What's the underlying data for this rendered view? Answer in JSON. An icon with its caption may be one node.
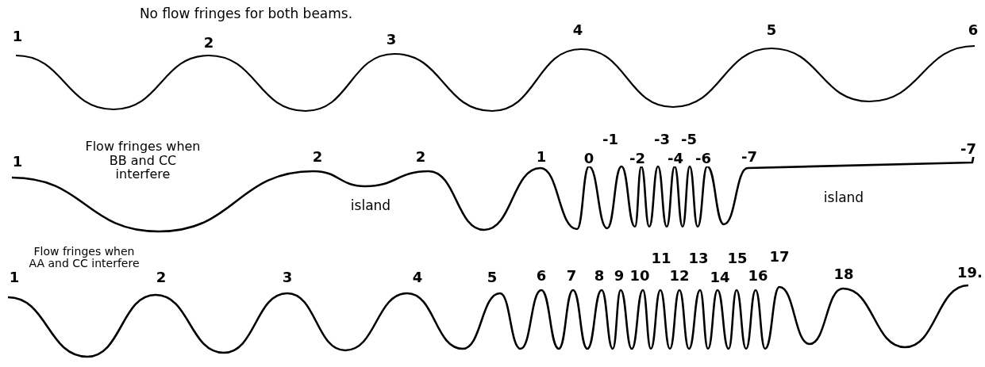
{
  "diagram": {
    "labels": [
      "No flow fringes for both beams.",
      "1",
      "2",
      "3",
      "4",
      "5",
      "6",
      "1",
      "Flow fringes when BB and CC interfere",
      "2",
      "2",
      "island",
      "1",
      "0",
      "-1",
      "-2",
      "-3",
      "-4",
      "-5",
      "-6",
      "-7",
      "island",
      "-7",
      "1",
      "Flow fringes when AA and CC interfere",
      "2",
      "3",
      "4",
      "5",
      "6",
      "7",
      "8",
      "9",
      "10",
      "11",
      "12",
      "13",
      "14",
      "15",
      "16",
      "17",
      "18",
      "19."
    ]
  }
}
